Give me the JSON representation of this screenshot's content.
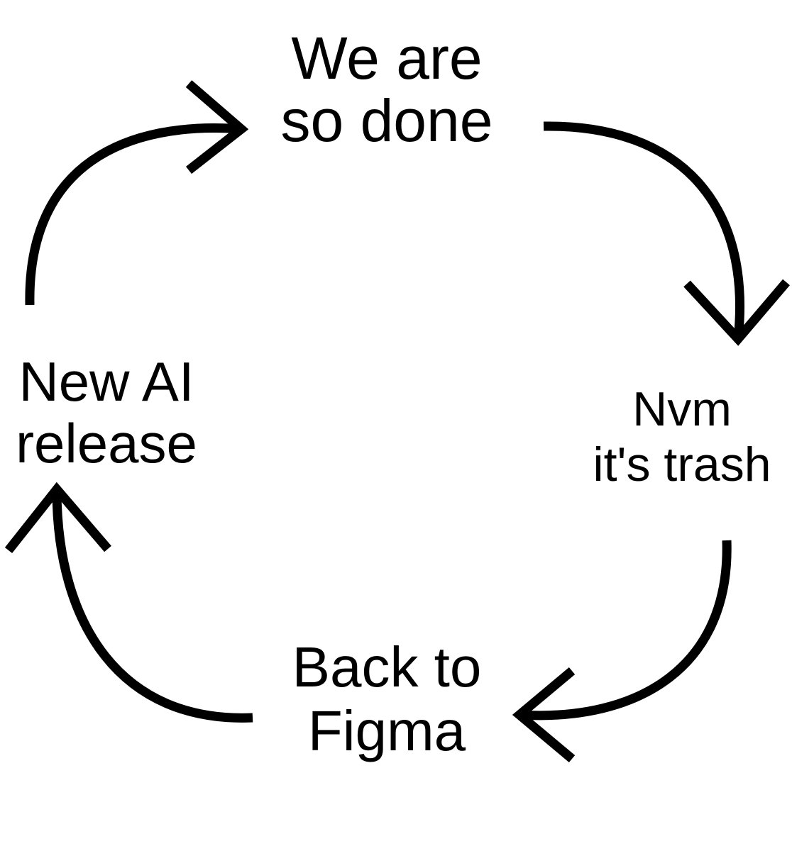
{
  "cycle": {
    "steps": [
      {
        "id": "top",
        "lines": [
          "We are",
          "so done"
        ]
      },
      {
        "id": "right",
        "lines": [
          "Nvm",
          "it's trash"
        ]
      },
      {
        "id": "bottom",
        "lines": [
          "Back to",
          "Figma"
        ]
      },
      {
        "id": "left",
        "lines": [
          "New AI",
          "release"
        ]
      }
    ],
    "arrow_color": "#000000",
    "background_color": "#ffffff"
  }
}
